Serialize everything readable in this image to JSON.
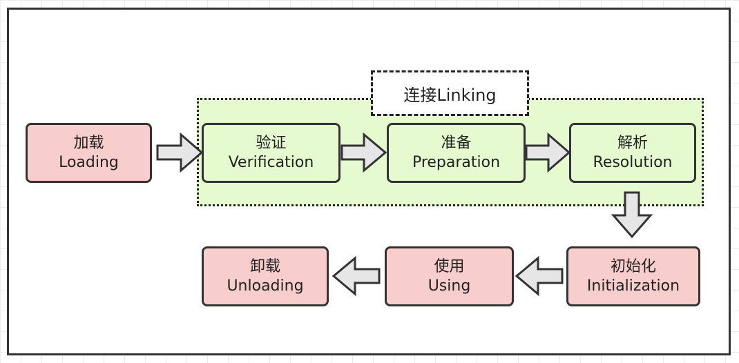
{
  "linking": {
    "label": "连接Linking"
  },
  "stages": {
    "loading": {
      "zh": "加载",
      "en": "Loading",
      "color": "#f8cecc"
    },
    "verification": {
      "zh": "验证",
      "en": "Verification",
      "color": "#e6fad0"
    },
    "preparation": {
      "zh": "准备",
      "en": "Preparation",
      "color": "#e6fad0"
    },
    "resolution": {
      "zh": "解析",
      "en": "Resolution",
      "color": "#e6fad0"
    },
    "initialization": {
      "zh": "初始化",
      "en": "Initialization",
      "color": "#f8cecc"
    },
    "using": {
      "zh": "使用",
      "en": "Using",
      "color": "#f8cecc"
    },
    "unloading": {
      "zh": "卸载",
      "en": "Unloading",
      "color": "#f8cecc"
    }
  },
  "arrow_color": "#e6e6e6"
}
